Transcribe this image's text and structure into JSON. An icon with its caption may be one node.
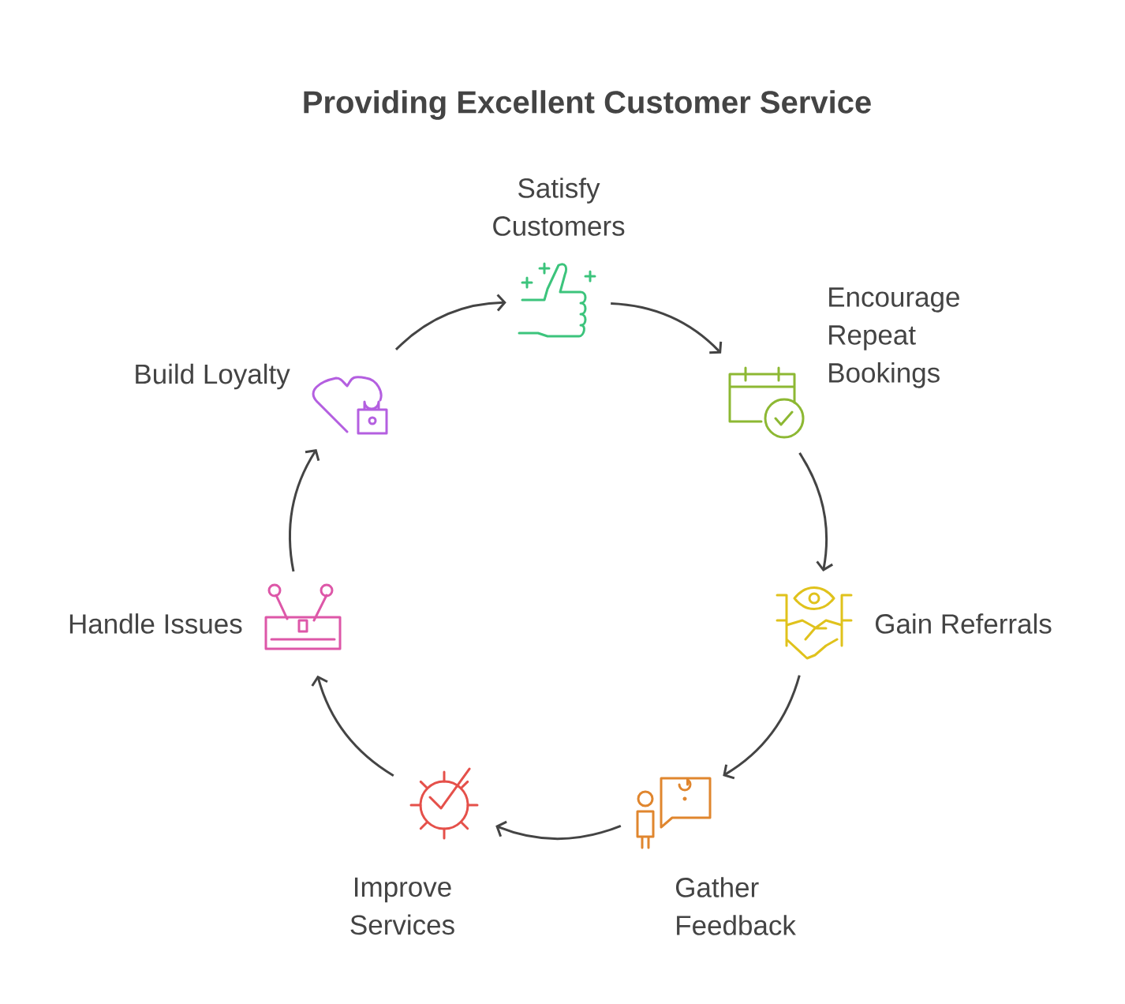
{
  "diagram": {
    "title": "Providing Excellent Customer Service",
    "nodes": [
      {
        "text": [
          "Satisfy Customers"
        ]
      },
      {
        "text": [
          "Encourage Repeat Bookings"
        ]
      },
      {
        "text": [
          "Gain Referrals"
        ]
      },
      {
        "text": [
          "Gather Feedback"
        ]
      },
      {
        "text": [
          "Improve Services"
        ]
      },
      {
        "text": [
          "Handle Issues"
        ]
      },
      {
        "text": [
          "Build Loyalty"
        ]
      }
    ],
    "edges": [
      {
        "from": 0,
        "to": 1,
        "arrow": "to"
      },
      {
        "from": 1,
        "to": 2,
        "arrow": "to"
      },
      {
        "from": 2,
        "to": 3,
        "arrow": "to"
      },
      {
        "from": 3,
        "to": 4,
        "arrow": "to"
      },
      {
        "from": 4,
        "to": 5,
        "arrow": "to"
      },
      {
        "from": 5,
        "to": 6,
        "arrow": "to"
      },
      {
        "from": 6,
        "to": 0,
        "arrow": "to"
      }
    ]
  }
}
